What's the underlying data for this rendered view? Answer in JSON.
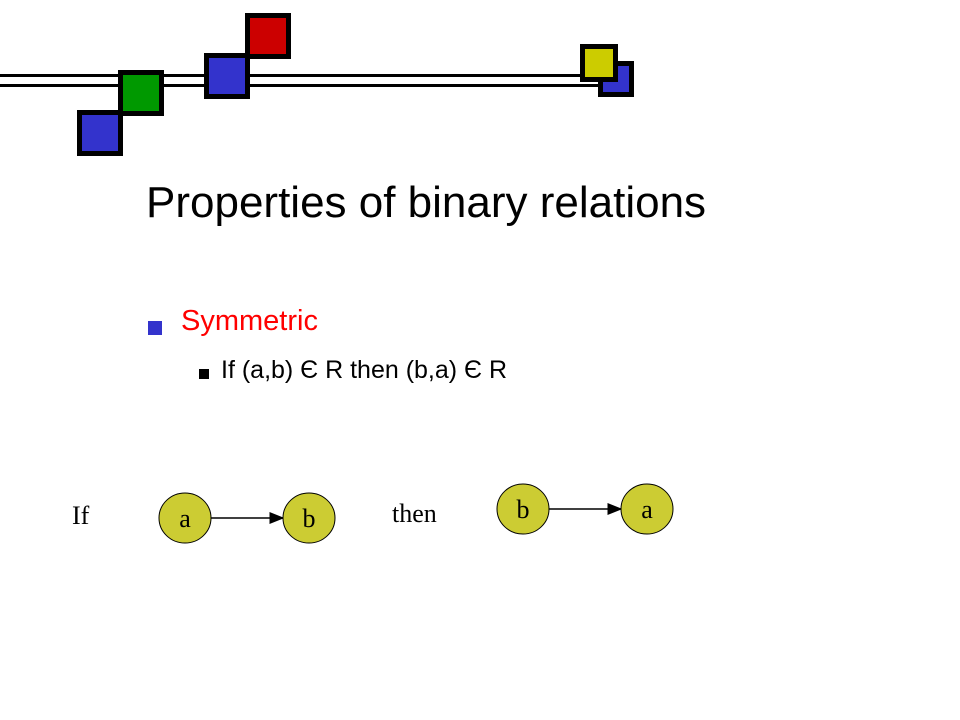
{
  "slide": {
    "title": "Properties of binary relations",
    "bullet_level1": "Symmetric",
    "bullet_level2": "If (a,b) Є R then  (b,a) Є R"
  },
  "diagram": {
    "if_label": "If",
    "then_label": "then",
    "left_pair": {
      "from": "a",
      "to": "b"
    },
    "right_pair": {
      "from": "b",
      "to": "a"
    },
    "node_color": "#cccc33"
  },
  "colors": {
    "title": "#000000",
    "accent_text": "#ff0000",
    "bullet": "#3333cc",
    "square_blue": "#3333cc",
    "square_green": "#009900",
    "square_red": "#cc0000",
    "square_yellow": "#cccc00"
  }
}
